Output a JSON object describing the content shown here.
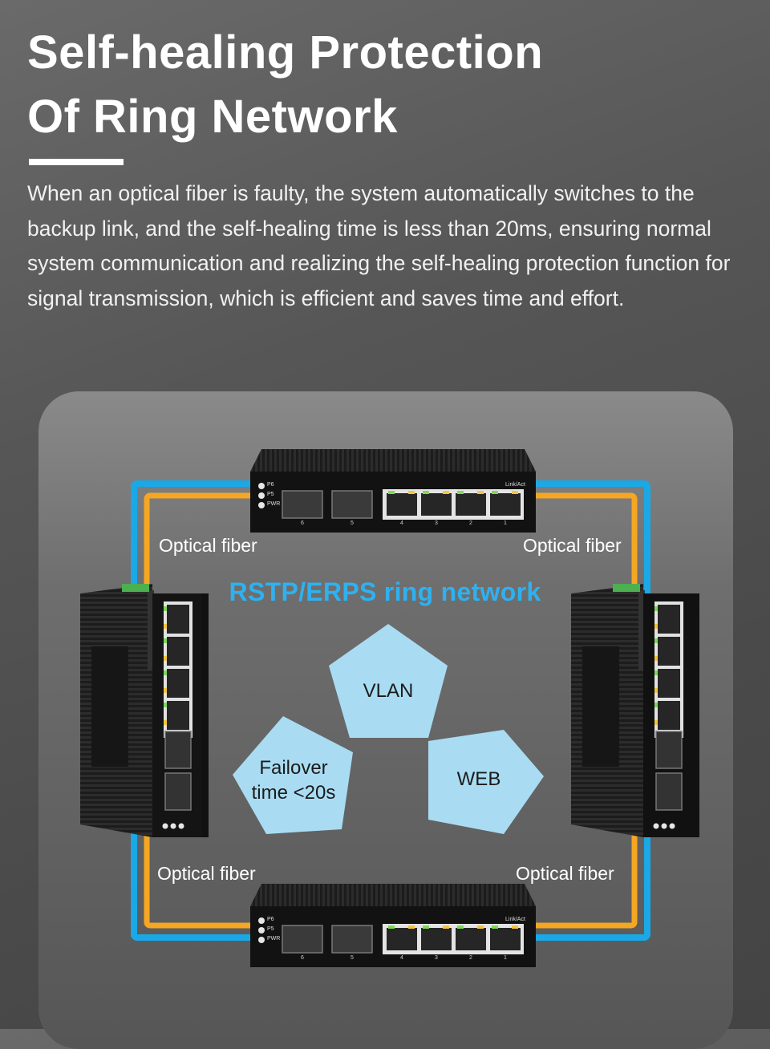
{
  "heading": {
    "line1": "Self-healing Protection",
    "line2": "Of Ring Network"
  },
  "description": "When an optical fiber is faulty, the system automatically switches to the backup link, and the self-healing time is less than 20ms, ensuring normal system communication and realizing the self-healing protection function for signal transmission, which is efficient and saves time and effort.",
  "diagram": {
    "ring_title": "RSTP/ERPS ring network",
    "fiber_labels": {
      "top_left": "Optical fiber",
      "top_right": "Optical fiber",
      "bottom_left": "Optical fiber",
      "bottom_right": "Optical fiber"
    },
    "features": {
      "top": "VLAN",
      "left_line1": "Failover",
      "left_line2": "time <20s",
      "right": "WEB"
    },
    "device": {
      "leds": [
        "P6",
        "P5",
        "PWR"
      ],
      "port_numbers": [
        "6",
        "5",
        "4",
        "3",
        "2",
        "1"
      ],
      "link_label": "Link/Act"
    },
    "colors": {
      "outer_fiber": "#1aa8e6",
      "inner_fiber": "#f5a623",
      "ring_title": "#2fb1ef",
      "feature_fill": "#a9dcf2"
    }
  }
}
